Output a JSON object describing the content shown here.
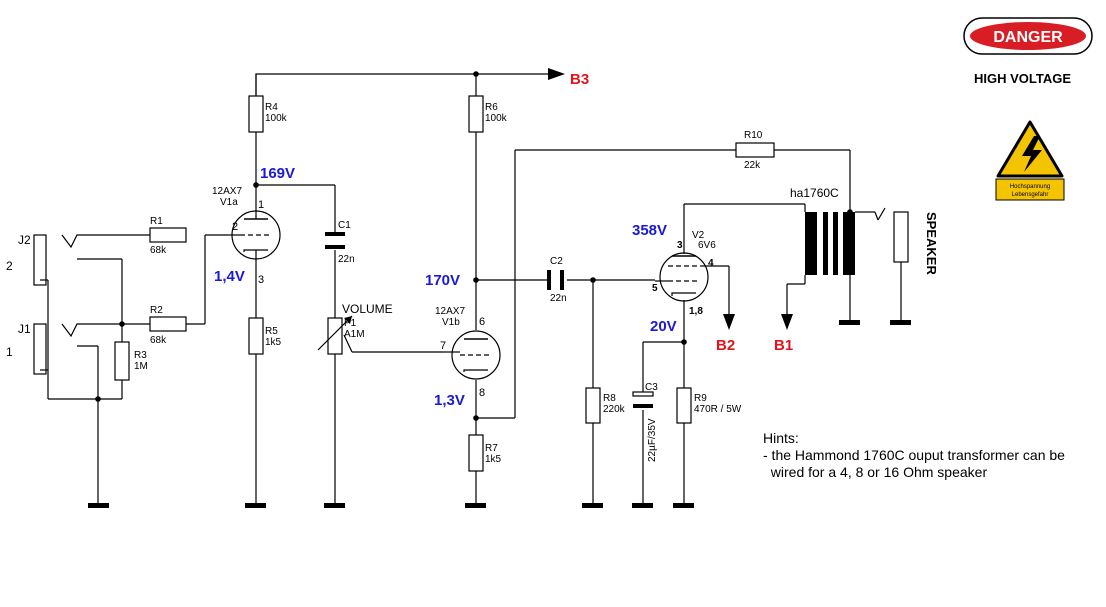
{
  "warning": {
    "danger_label": "DANGER",
    "high_voltage_label": "HIGH VOLTAGE",
    "sign_line1": "Hochspannung",
    "sign_line2": "Lebensgefahr",
    "danger_color": "#d81e24",
    "sign_color": "#f5c400"
  },
  "jacks": [
    {
      "ref": "J2",
      "num": "2"
    },
    {
      "ref": "J1",
      "num": "1"
    }
  ],
  "resistors": {
    "r1": {
      "ref": "R1",
      "value": "68k"
    },
    "r2": {
      "ref": "R2",
      "value": "68k"
    },
    "r3": {
      "ref": "R3",
      "value": "1M"
    },
    "r4": {
      "ref": "R4",
      "value": "100k"
    },
    "r5": {
      "ref": "R5",
      "value": "1k5"
    },
    "r6": {
      "ref": "R6",
      "value": "100k"
    },
    "r7": {
      "ref": "R7",
      "value": "1k5"
    },
    "r8": {
      "ref": "R8",
      "value": "220k"
    },
    "r9": {
      "ref": "R9",
      "value": "470R / 5W"
    },
    "r10": {
      "ref": "R10",
      "value": "22k"
    }
  },
  "capacitors": {
    "c1": {
      "ref": "C1",
      "value": "22n"
    },
    "c2": {
      "ref": "C2",
      "value": "22n"
    },
    "c3": {
      "ref": "C3",
      "value": "22µF/35V"
    }
  },
  "pot": {
    "name": "VOLUME",
    "ref": "P1",
    "value": "A1M"
  },
  "tubes": {
    "v1a": {
      "type": "12AX7",
      "ref": "V1a",
      "pin_plate": "1",
      "pin_grid": "2",
      "pin_cathode": "3"
    },
    "v1b": {
      "type": "12AX7",
      "ref": "V1b",
      "pin_plate": "6",
      "pin_grid": "7",
      "pin_cathode": "8"
    },
    "v2": {
      "ref": "V2",
      "type": "6V6",
      "pin_plate": "3",
      "pin_screen": "4",
      "pin_grid": "5",
      "pin_cathode": "1,8"
    }
  },
  "transformer": {
    "name": "ha1760C"
  },
  "speaker": {
    "label": "SPEAKER"
  },
  "voltages": {
    "v1a_plate": "169V",
    "v1a_cathode": "1,4V",
    "v1b_plate": "170V",
    "v1b_cathode": "1,3V",
    "v2_plate": "358V",
    "v2_cathode": "20V"
  },
  "supply_nodes": {
    "b1": "B1",
    "b2": "B2",
    "b3": "B3"
  },
  "hints": {
    "title": "Hints:",
    "line1": "- the Hammond 1760C ouput transformer can be",
    "line2": "  wired for a 4, 8 or 16 Ohm speaker"
  }
}
